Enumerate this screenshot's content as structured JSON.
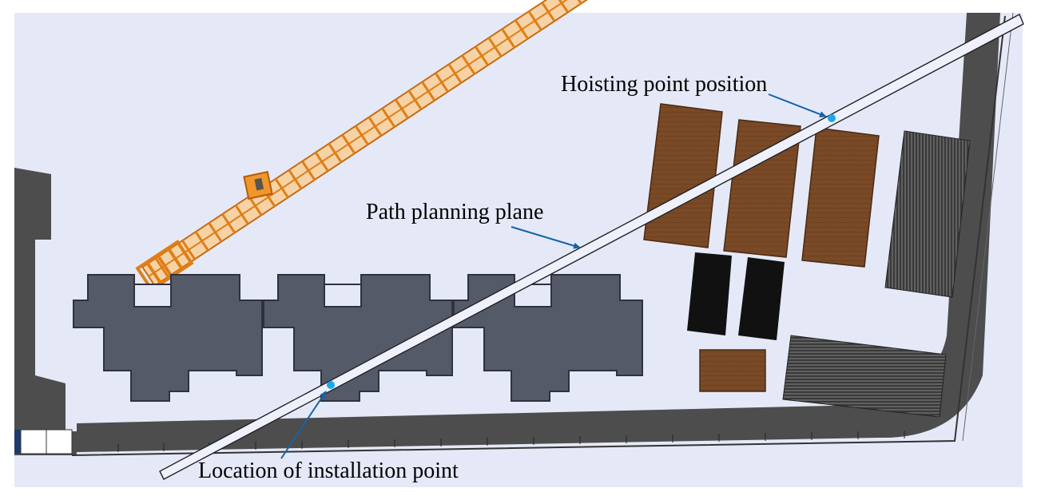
{
  "labels": {
    "hoisting": "Hoisting point position",
    "path_plane": "Path planning plane",
    "installation": "Location of installation point"
  },
  "colors": {
    "ground": "#e5e9f7",
    "road": "#4d4d4d",
    "building": "#555a69",
    "crane": "#f0962a",
    "material_brown": "#7a4a27",
    "material_black": "#111111",
    "marker": "#1aa8e8",
    "arrow": "#1463a8"
  },
  "icons": {
    "hoisting_marker": "circle-marker-icon",
    "installation_marker": "circle-marker-icon"
  }
}
